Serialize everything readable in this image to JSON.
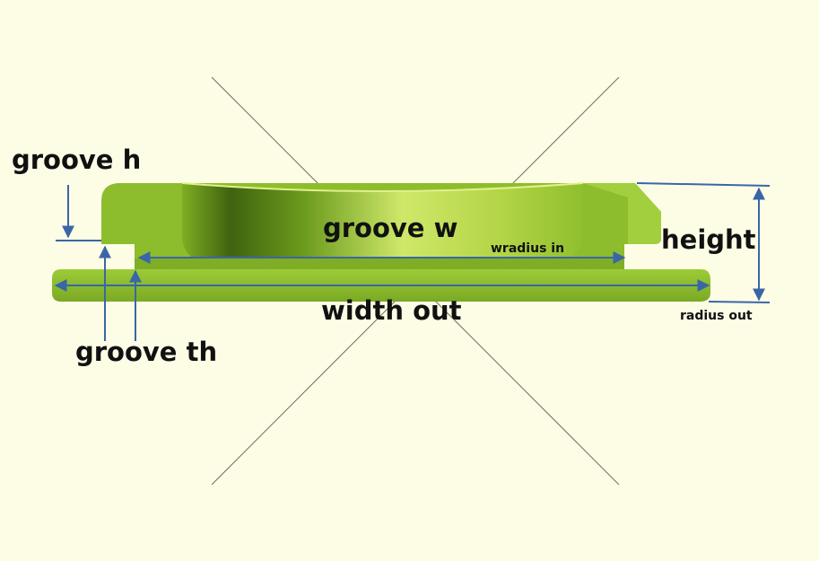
{
  "labels": {
    "groove_h": "groove h",
    "groove_w": "groove w",
    "wradius_in": "wradius in",
    "height": "height",
    "width_out": "width out",
    "radius_out": "radius out",
    "groove_th": "groove th"
  },
  "colors": {
    "background": "#fdfde6",
    "part_green": "#8dbd2c",
    "part_dark": "#4a7212",
    "dimension_arrow": "#3a66a8",
    "crosshair": "#6f6f5f"
  }
}
